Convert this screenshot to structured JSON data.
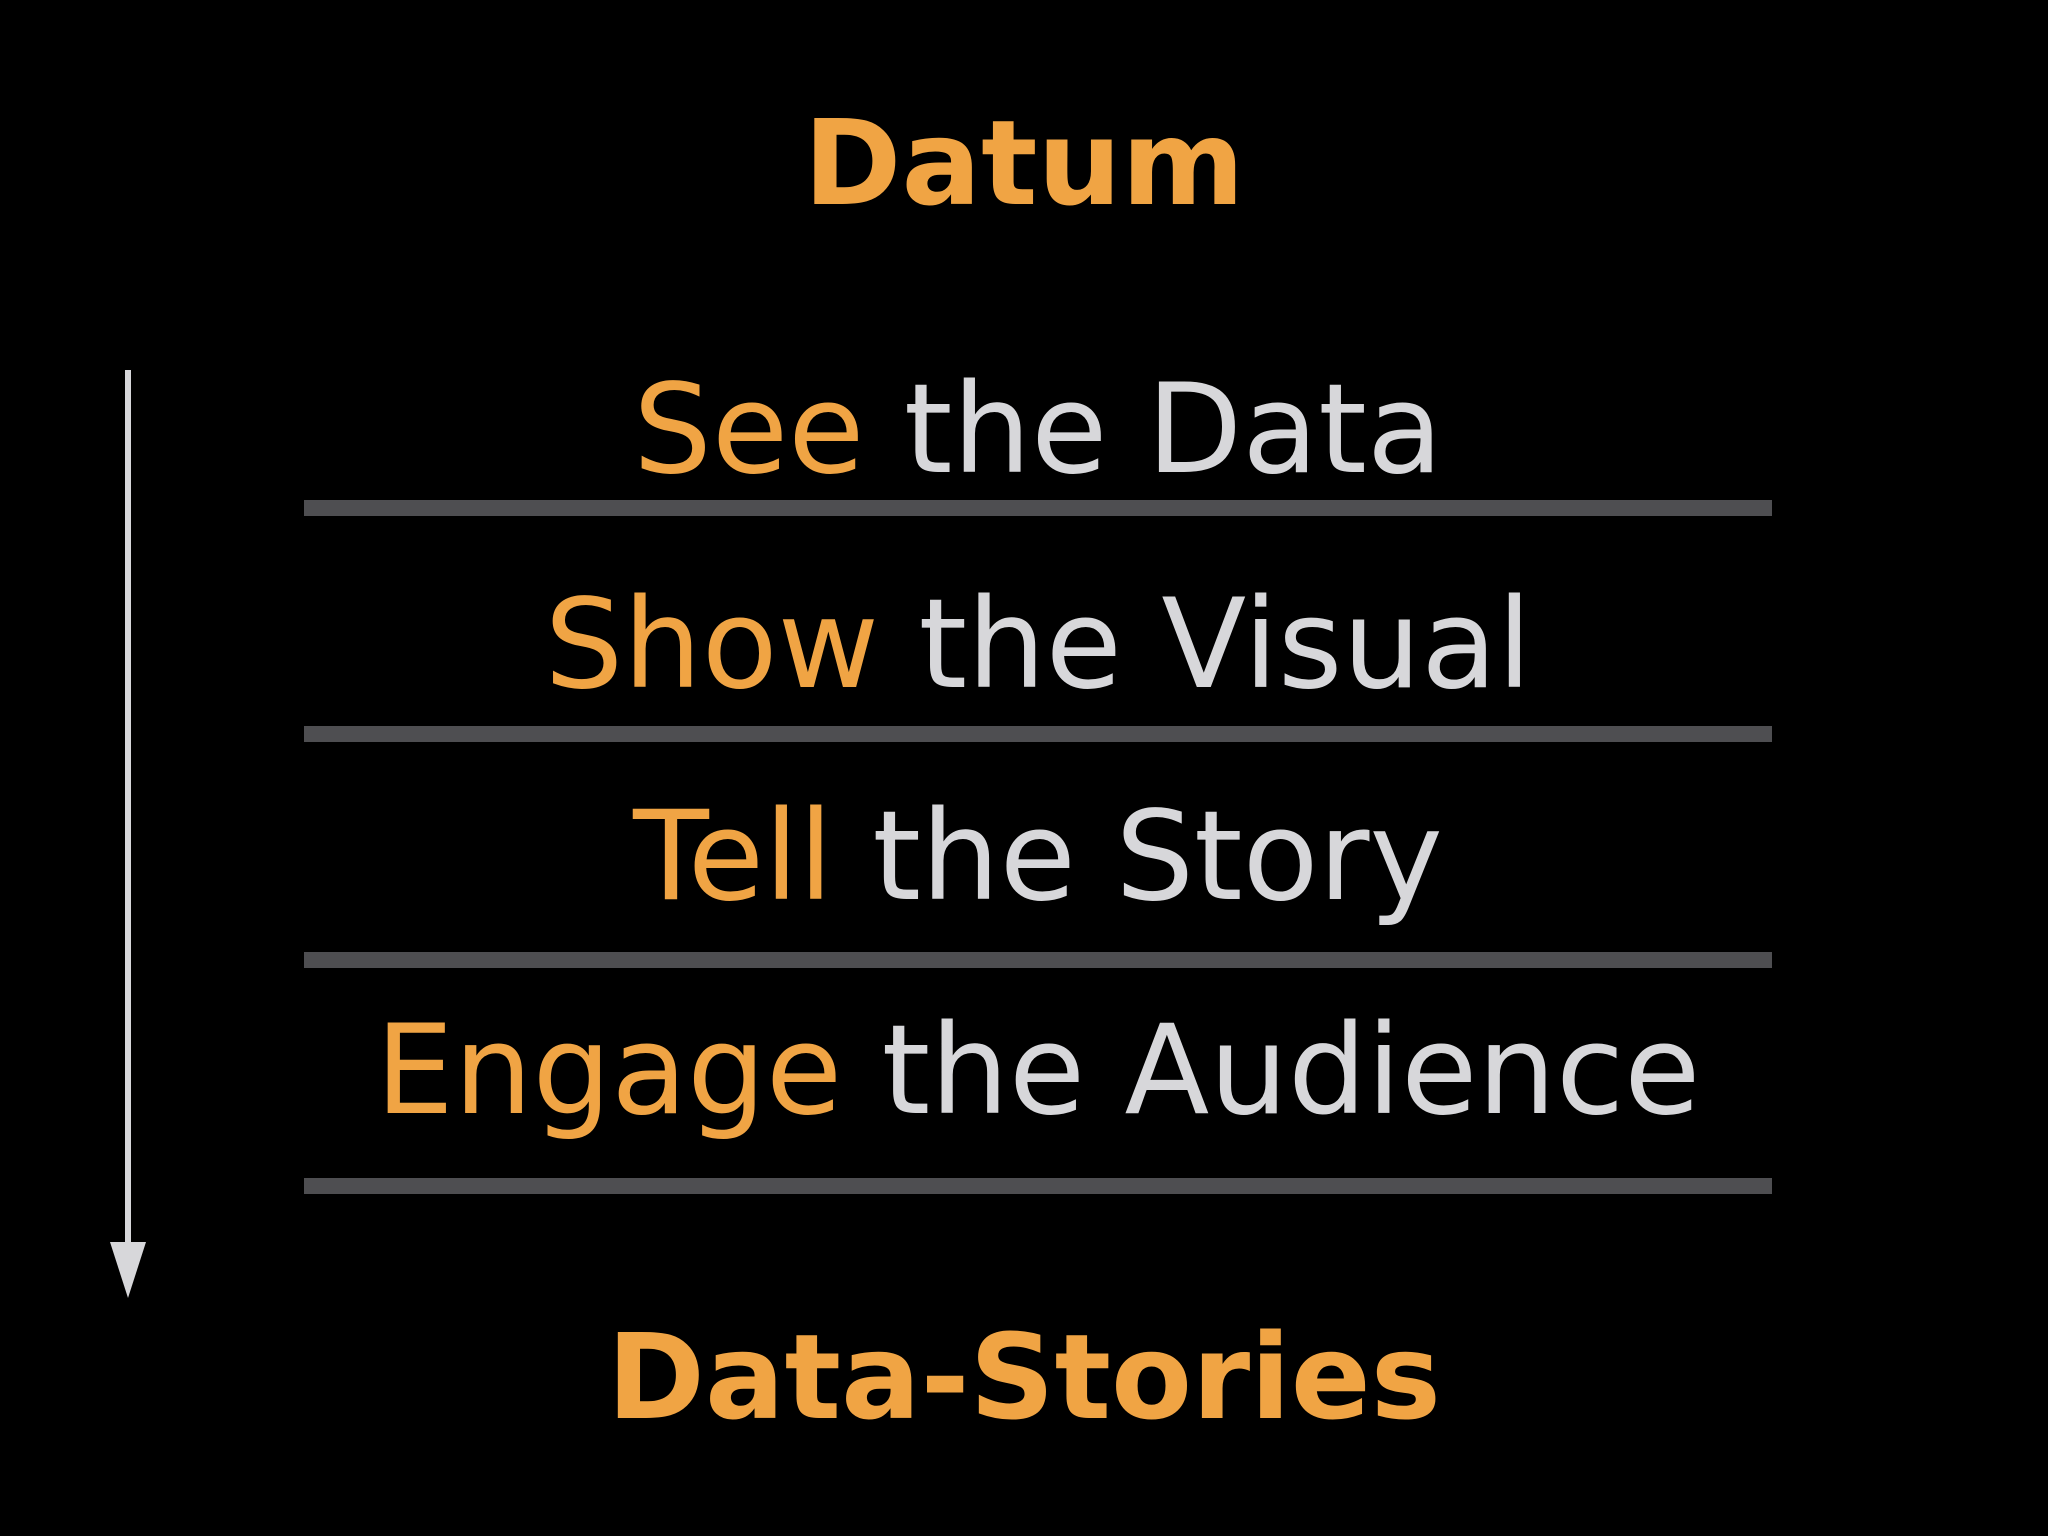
{
  "top_title": "Datum",
  "bottom_title": "Data-Stories",
  "steps": [
    {
      "verb": "See",
      "rest": "the Data"
    },
    {
      "verb": "Show",
      "rest": "the Visual"
    },
    {
      "verb": "Tell",
      "rest": "the Story"
    },
    {
      "verb": "Engage",
      "rest": "the Audience"
    }
  ],
  "colors": {
    "background": "#000000",
    "accent": "#f0a444",
    "text": "#d7d7da",
    "divider": "#4e4e51",
    "arrow": "#d7d7da"
  },
  "icons": {
    "flow_arrow": "arrow-down-icon"
  }
}
